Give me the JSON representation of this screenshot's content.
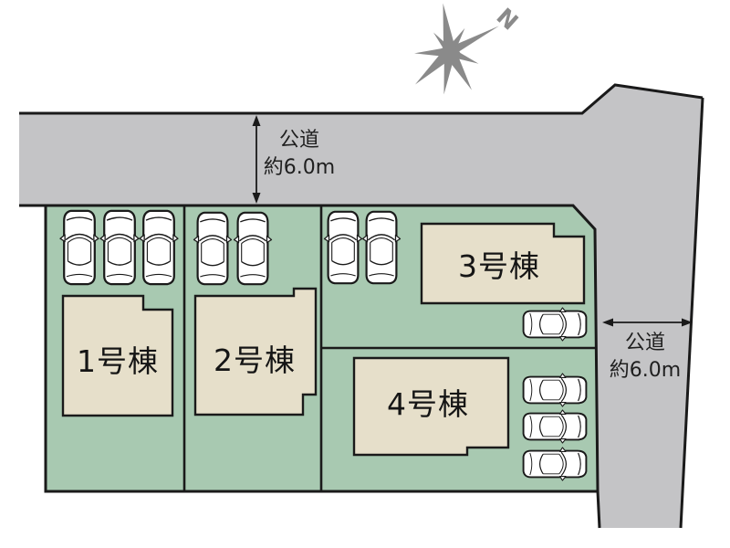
{
  "plan": {
    "type": "site-plan",
    "compass": {
      "label": "N"
    },
    "roads": {
      "top": {
        "name_line1": "公道",
        "name_line2": "約6.0m",
        "width_note": "約6.0m"
      },
      "right": {
        "name_line1": "公道",
        "name_line2": "約6.0m",
        "width_note": "約6.0m"
      }
    },
    "buildings": [
      {
        "label": "1号棟"
      },
      {
        "label": "2号棟"
      },
      {
        "label": "3号棟"
      },
      {
        "label": "4号棟"
      }
    ],
    "parking": {
      "lot1_vertical_cars": 3,
      "lot2_vertical_cars": 2,
      "lot3_vertical_cars": 2,
      "lot3_horizontal_cars": 1,
      "lot4_horizontal_cars": 3
    },
    "colors": {
      "lot_green": "#a8c9b1",
      "building_beige": "#e6dfca",
      "road_gray": "#c4c4c6",
      "line_black": "#1a1a1a",
      "compass_gray": "#8a8a8a",
      "car_white": "#ffffff"
    }
  }
}
